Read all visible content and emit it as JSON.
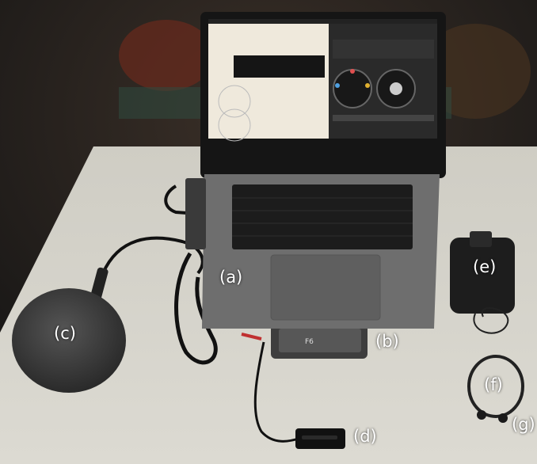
{
  "labels": {
    "a": "(a)",
    "b": "(b)",
    "c": "(c)",
    "d": "(d)",
    "e": "(e)",
    "f": "(f)",
    "g": "(g)"
  },
  "colors": {
    "background": "#1f1f1d",
    "table": "#d4d2ca",
    "laptop": "#6e6e6e",
    "screen_left": "#efe9dc",
    "screen_right": "#2a2a2a",
    "windscreen": "#3a3a3a",
    "label_text": "#ffffff"
  }
}
